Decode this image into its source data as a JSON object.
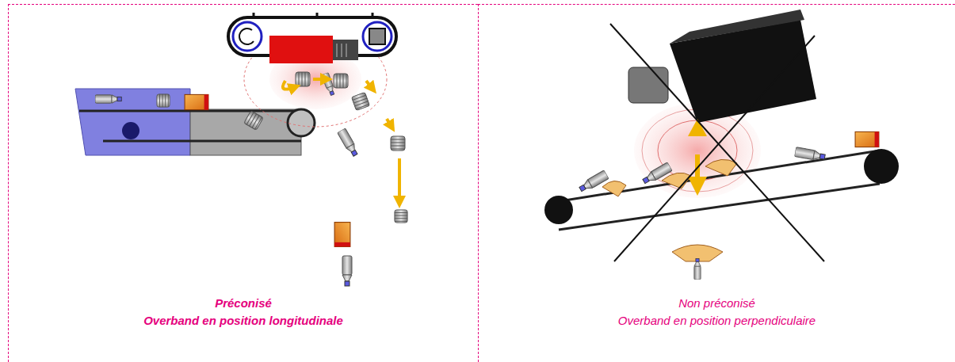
{
  "diagram": {
    "nodes": [
      {
        "text": [
          "Préconisé",
          "Overband en position longitudinale"
        ]
      },
      {
        "text": [
          "Non préconisé",
          "Overband en position perpendiculaire"
        ]
      }
    ]
  }
}
